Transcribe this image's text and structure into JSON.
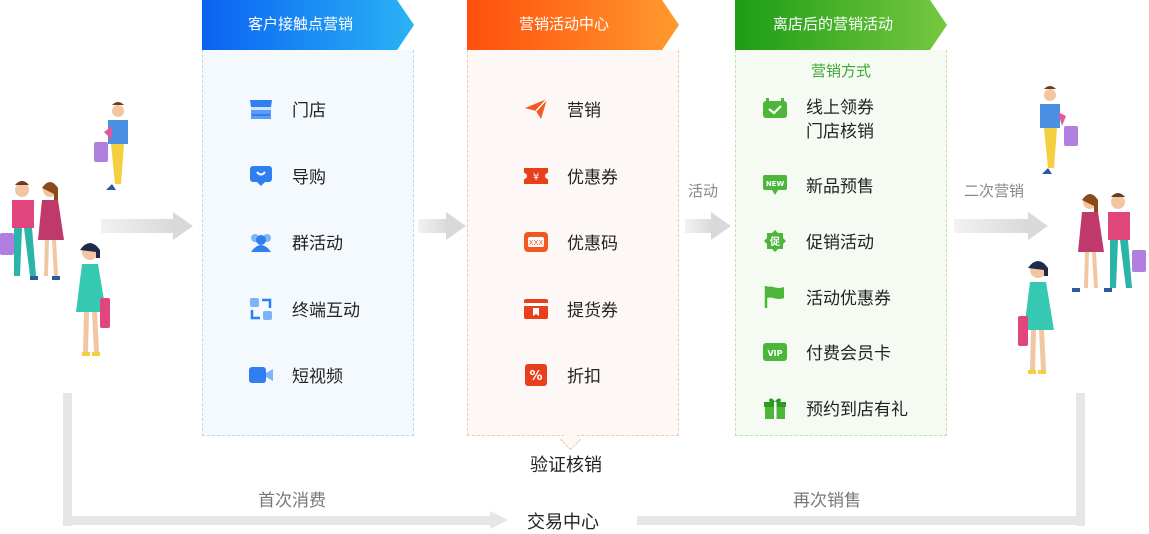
{
  "panels": {
    "touchpoint": {
      "title": "客户接触点营销",
      "items": [
        "门店",
        "导购",
        "群活动",
        "终端互动",
        "短视频"
      ]
    },
    "center": {
      "title": "营销活动中心",
      "items": [
        "营销",
        "优惠券",
        "优惠码",
        "提货券",
        "折扣"
      ]
    },
    "after": {
      "title": "离店后的营销活动",
      "subtitle": "营销方式",
      "items": [
        "线上领券",
        "门店核销",
        "新品预售",
        "促销活动",
        "活动优惠券",
        "付费会员卡",
        "预约到店有礼"
      ]
    }
  },
  "labels": {
    "activity": "活动",
    "second_marketing": "二次营销",
    "verify": "验证核销",
    "first_purchase": "首次消费",
    "trade_center": "交易中心",
    "repurchase": "再次销售"
  },
  "icon_text": {
    "new_badge": "NEW",
    "promo_badge": "促",
    "vip_badge": "VIP",
    "code_badge": "XXX",
    "coupon_badge": "¥",
    "discount_badge": "%"
  },
  "colors": {
    "blue": "#1a7cf0",
    "orange": "#f05a22",
    "green": "#3aa82e"
  }
}
